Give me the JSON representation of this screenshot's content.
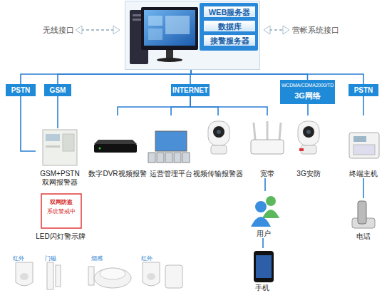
{
  "diagram": {
    "nodes": [
      {
        "text": [
          "WEB服务器",
          "数据库",
          "接警服务器"
        ]
      },
      {
        "text": [
          "PSTN"
        ]
      },
      {
        "text": [
          "GSM"
        ]
      },
      {
        "text": [
          "INTERNET"
        ]
      },
      {
        "text": [
          "WCDMA/CDMA2000/TD",
          "3G网络"
        ]
      },
      {
        "text": [
          "PSTN"
        ]
      },
      {
        "text": [
          "GSM+PSTN 双网报警器"
        ]
      },
      {
        "text": [
          "数字DVR视频报警"
        ]
      },
      {
        "text": [
          "运营管理平台"
        ]
      },
      {
        "text": [
          "视频传输报警器"
        ]
      },
      {
        "text": [
          "宽带"
        ]
      },
      {
        "text": [
          "3G安防"
        ]
      },
      {
        "text": [
          "终端主机"
        ]
      },
      {
        "text": [
          "用户"
        ]
      },
      {
        "text": [
          "手机"
        ]
      },
      {
        "text": [
          "电话"
        ]
      },
      {
        "text": [
          "双网防盗",
          "系统警戒中",
          "LED闪灯警示牌"
        ]
      }
    ],
    "edges": [
      {
        "from": 0,
        "to": 1,
        "arrow": "none"
      },
      {
        "from": 0,
        "to": 2,
        "arrow": "none"
      },
      {
        "from": 0,
        "to": 3,
        "arrow": "none"
      },
      {
        "from": 0,
        "to": 4,
        "arrow": "none"
      },
      {
        "from": 0,
        "to": 5,
        "arrow": "none"
      },
      {
        "from": 1,
        "to": 6,
        "arrow": "none"
      },
      {
        "from": 2,
        "to": 6,
        "arrow": "none"
      },
      {
        "from": 3,
        "to": 7,
        "arrow": "none"
      },
      {
        "from": 3,
        "to": 8,
        "arrow": "none"
      },
      {
        "from": 3,
        "to": 9,
        "arrow": "none"
      },
      {
        "from": 3,
        "to": 10,
        "arrow": "none"
      },
      {
        "from": 4,
        "to": 11,
        "arrow": "none"
      },
      {
        "from": 5,
        "to": 12,
        "arrow": "none"
      },
      {
        "from": 10,
        "to": 13,
        "arrow": "none"
      },
      {
        "from": 13,
        "to": 14,
        "arrow": "none"
      },
      {
        "from": 12,
        "to": 15,
        "arrow": "none"
      }
    ],
    "labels": [
      "无线接口",
      "营帐系统接口",
      "红外",
      "门磁",
      "烟感",
      "红外"
    ]
  }
}
